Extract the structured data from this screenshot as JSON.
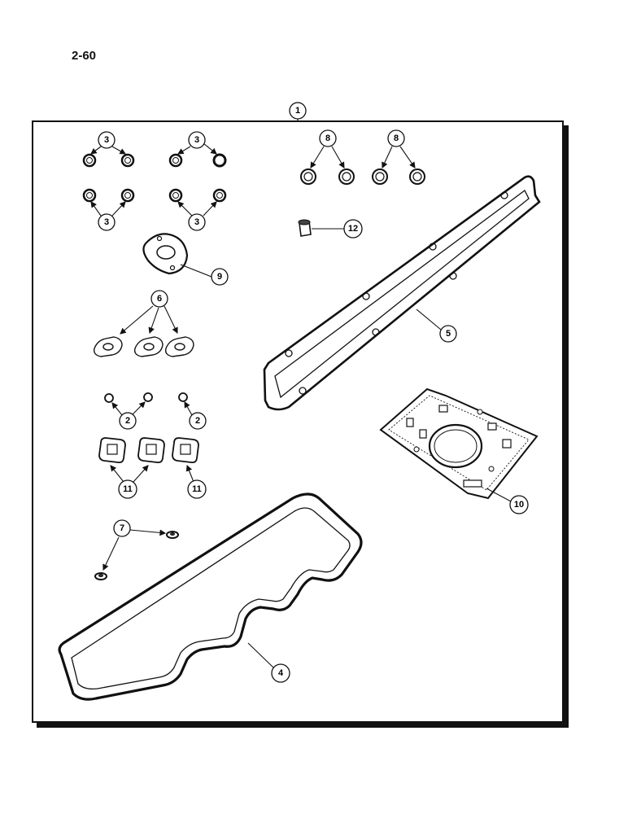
{
  "page": {
    "number": "2-60"
  },
  "callouts": {
    "c1": "1",
    "c3a": "3",
    "c3b": "3",
    "c3c": "3",
    "c3d": "3",
    "c8a": "8",
    "c8b": "8",
    "c12": "12",
    "c9": "9",
    "c6": "6",
    "c5": "5",
    "c2a": "2",
    "c2b": "2",
    "c11a": "11",
    "c11b": "11",
    "c10": "10",
    "c7": "7",
    "c4": "4"
  },
  "colors": {
    "ink": "#111111",
    "paper": "#ffffff",
    "shade": "#9a9a9a"
  }
}
